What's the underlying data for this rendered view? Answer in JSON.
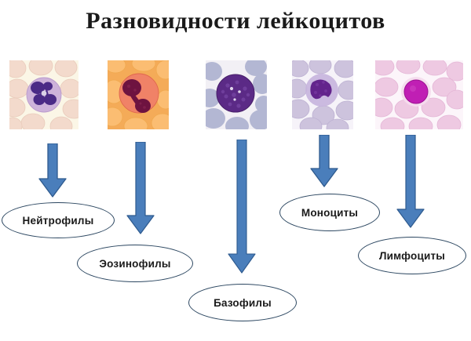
{
  "title": "Разновидности лейкоцитов",
  "theme": {
    "arrow_fill": "#4a7ebb",
    "arrow_stroke": "#2e5a8e",
    "ellipse_stroke": "#2b4660",
    "ellipse_fill": "#ffffff",
    "title_color": "#1a1a1a",
    "page_background": "#ffffff"
  },
  "cells": [
    {
      "id": "neutrophil",
      "image_name": "neutrophil-micrograph",
      "label": "Нейтрофилы",
      "image_bg": "#fbf6e6",
      "rbc_color": "#f2d9cd",
      "cytoplasm_color": "#cdb2da",
      "nucleus_color": "#4a2a86",
      "nucleus_shape": "multi-lobed"
    },
    {
      "id": "eosinophil",
      "image_name": "eosinophil-micrograph",
      "label": "Эозинофилы",
      "image_bg": "#f4ab58",
      "rbc_color": "#f9ba6b",
      "cytoplasm_color": "#f08267",
      "nucleus_color": "#6e1340",
      "nucleus_shape": "bilobed"
    },
    {
      "id": "basophil",
      "image_name": "basophil-micrograph",
      "label": "Базофилы",
      "image_bg": "#f0eef4",
      "rbc_color": "#a9aece",
      "cytoplasm_color": "#b9a8d2",
      "nucleus_color": "#5b2a86",
      "nucleus_shape": "granular-round"
    },
    {
      "id": "monocyte",
      "image_name": "monocyte-micrograph",
      "label": "Моноциты",
      "image_bg": "#f3f0f7",
      "rbc_color": "#cdc3dd",
      "cytoplasm_color": "#c6b4dd",
      "nucleus_color": "#63248c",
      "nucleus_shape": "kidney"
    },
    {
      "id": "lymphocyte",
      "image_name": "lymphocyte-micrograph",
      "label": "Лимфоциты",
      "image_bg": "#fbf3f8",
      "rbc_color": "#eec9e2",
      "cytoplasm_color": "#e9bcdd",
      "nucleus_color": "#c01fb4",
      "nucleus_shape": "round"
    }
  ],
  "arrows": [
    {
      "name": "arrow-to-neutrophils"
    },
    {
      "name": "arrow-to-eosinophils"
    },
    {
      "name": "arrow-to-basophils"
    },
    {
      "name": "arrow-to-monocytes"
    },
    {
      "name": "arrow-to-lymphocytes"
    }
  ]
}
